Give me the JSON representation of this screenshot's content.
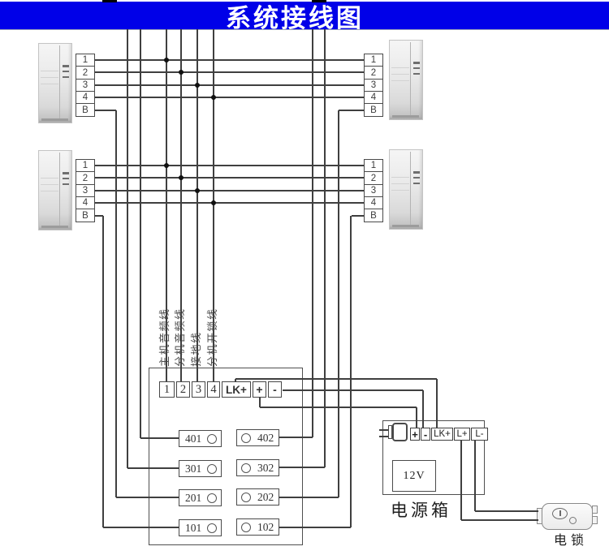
{
  "title": "系统接线图",
  "handsets": {
    "terminal_labels": [
      "1",
      "2",
      "3",
      "4",
      "B"
    ]
  },
  "bus_wires": {
    "labels": [
      "主机音频线",
      "分机音频线",
      "接地线",
      "分机开锁线"
    ]
  },
  "main_unit": {
    "terminals": [
      "1",
      "2",
      "3",
      "4",
      "LK+",
      "+",
      "-"
    ],
    "rooms_left": [
      "401",
      "301",
      "201",
      "101"
    ],
    "rooms_right": [
      "402",
      "302",
      "202",
      "102"
    ]
  },
  "power_supply": {
    "terminals": [
      "+",
      "-",
      "LK+",
      "L+",
      "L-"
    ],
    "voltage": "12V",
    "label": "电源箱"
  },
  "lock": {
    "label": "电锁"
  },
  "colors": {
    "title_bg": "#0000E8",
    "wire": "#3f3f3f"
  }
}
